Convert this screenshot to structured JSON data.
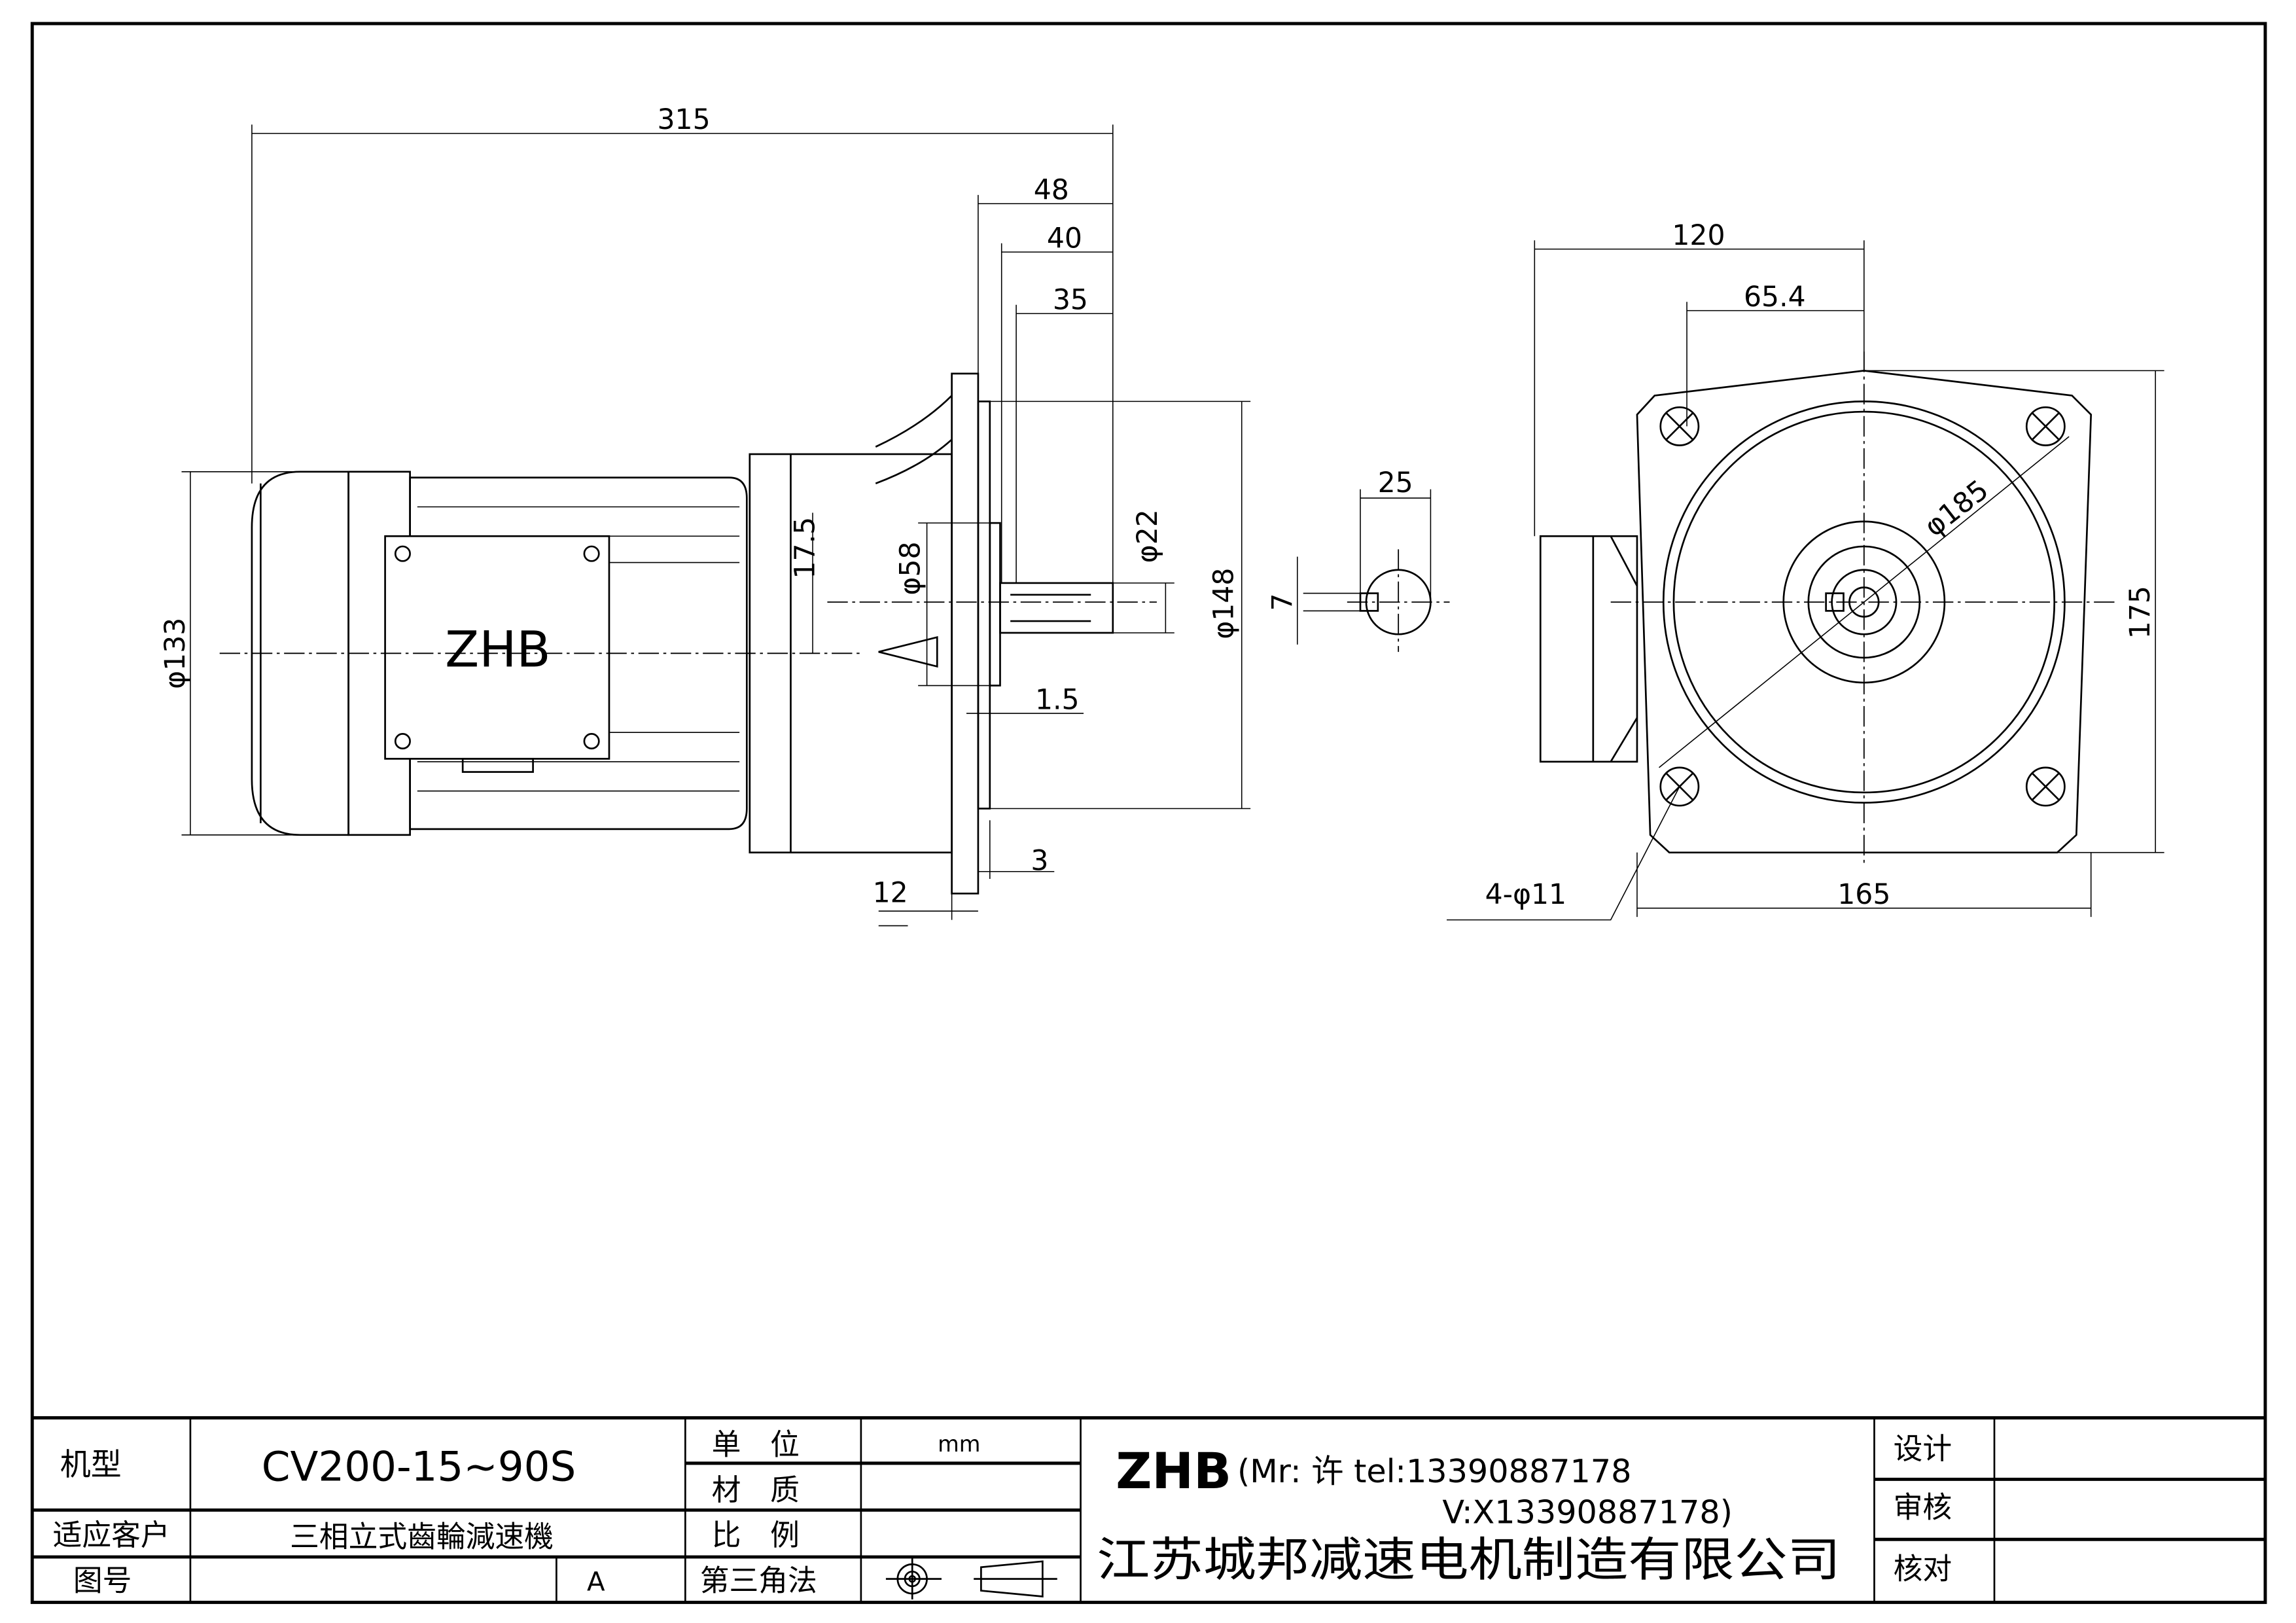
{
  "drawing": {
    "logo_text": "ZHB",
    "dimensions": {
      "overall_length": "315",
      "d48": "48",
      "d40": "40",
      "d35": "35",
      "phi133": "φ133",
      "phi148": "φ148",
      "phi22": "φ22",
      "phi58": "φ58",
      "d17_5": "17.5",
      "d1_5": "1.5",
      "d3": "3",
      "d12": "12",
      "key_width": "25",
      "key_7": "7",
      "d120": "120",
      "d65_4": "65.4",
      "d175": "175",
      "d165": "165",
      "phi185": "φ185",
      "holes": "4-φ11"
    }
  },
  "title_block": {
    "model_label": "机型",
    "model_value": "CV200-15~90S",
    "customer_label": "适应客户",
    "customer_value": "三相立式齒輪減速機",
    "drawing_no_label": "图号",
    "drawing_no_value": "",
    "revision": "A",
    "unit_label": "单　位",
    "unit_value": "mm",
    "material_label": "材　质",
    "scale_label": "比　例",
    "projection_label": "第三角法",
    "brand": "ZHB",
    "contact_line1": "(Mr: 许 tel:13390887178",
    "contact_line2": "V:X13390887178)",
    "company": "江苏城邦减速电机制造有限公司",
    "design_label": "设计",
    "review_label": "审核",
    "check_label": "核对"
  }
}
